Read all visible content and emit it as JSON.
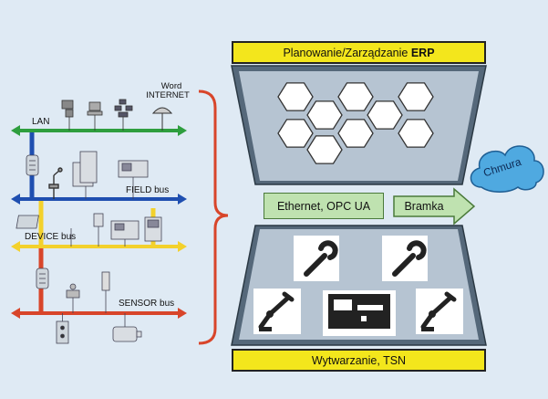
{
  "left_network": {
    "internet_label_1": "Word",
    "internet_label_2": "INTERNET",
    "lan_label": "LAN",
    "field_label": "FIELD bus",
    "device_label": "DEVICE bus",
    "sensor_label": "SENSOR bus"
  },
  "right_stack": {
    "top_label_prefix": "Planowanie/Zarządzanie ",
    "top_label_bold": "ERP",
    "ethernet_label": "Ethernet, OPC UA",
    "gateway_label": "Bramka",
    "cloud_label": "Chmura",
    "bottom_label": "Wytwarzanie, TSN"
  },
  "colors": {
    "lan": "#2e9e3e",
    "field": "#1f4fb0",
    "device": "#e8d61f",
    "sensor": "#d8452a",
    "brace": "#d8452a",
    "trap_dark": "#55687a",
    "trap_light": "#b6c4d2",
    "label_yellow": "#f3e61c",
    "green_box": "#bfe2b0",
    "cloud": "#4fa9e0"
  }
}
